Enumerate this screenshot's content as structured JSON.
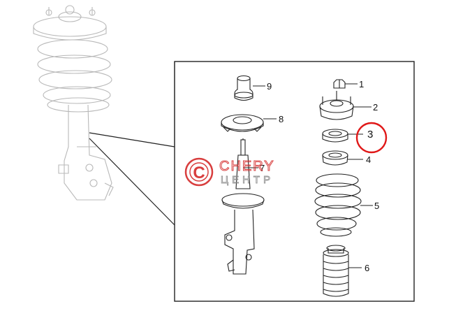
{
  "callouts": [
    {
      "id": "1",
      "label": "1"
    },
    {
      "id": "2",
      "label": "2"
    },
    {
      "id": "3",
      "label": "3",
      "highlighted": true
    },
    {
      "id": "4",
      "label": "4"
    },
    {
      "id": "5",
      "label": "5"
    },
    {
      "id": "6",
      "label": "6"
    },
    {
      "id": "7",
      "label": "7"
    },
    {
      "id": "8",
      "label": "8"
    },
    {
      "id": "9",
      "label": "9"
    }
  ],
  "watermark": {
    "line1": "CHERY",
    "line2": "ЦЕНТР",
    "logo_letter": "C",
    "color": "#d42a2a",
    "secondary_color": "#8a8a8a"
  },
  "colors": {
    "line": "#222222",
    "faint_line": "#b8b8b8",
    "highlight": "#e01818"
  }
}
